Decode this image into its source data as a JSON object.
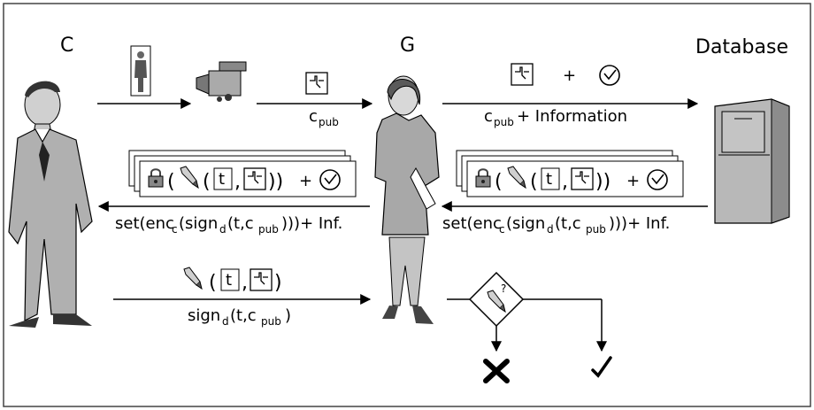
{
  "actors": {
    "client_label": "C",
    "gateway_label": "G",
    "database_label": "Database"
  },
  "arrow_labels": {
    "top_left_c": "c",
    "top_left_pub": "pub",
    "top_right_c": "c",
    "top_right_pub": "pub",
    "top_right_rest": "+ Information",
    "top_right_plus": "+"
  },
  "stacks": {
    "plus": "+",
    "left_open": "(",
    "left_close": "))",
    "comma": ",",
    "t_box": "t"
  },
  "middle_labels": {
    "left_set": "set(enc",
    "left_c": "c",
    "left_sign": "(sign",
    "left_d": "d",
    "left_t": "(t,c",
    "left_pub": "pub",
    "left_tail": ")))+ Inf.",
    "right_set": "set(enc",
    "right_c": "c",
    "right_sign": "(sign",
    "right_d": "d",
    "right_t": "(t,c",
    "right_pub": "pub",
    "right_tail": ")))+ Inf."
  },
  "bottom_labels": {
    "sig_open": "(",
    "sig_close": ")",
    "sig_comma": ",",
    "t_box": "t",
    "sign": "sign",
    "d": "d",
    "args": "(t,c",
    "pub": "pub",
    "close": ")",
    "decision_q": "?"
  }
}
